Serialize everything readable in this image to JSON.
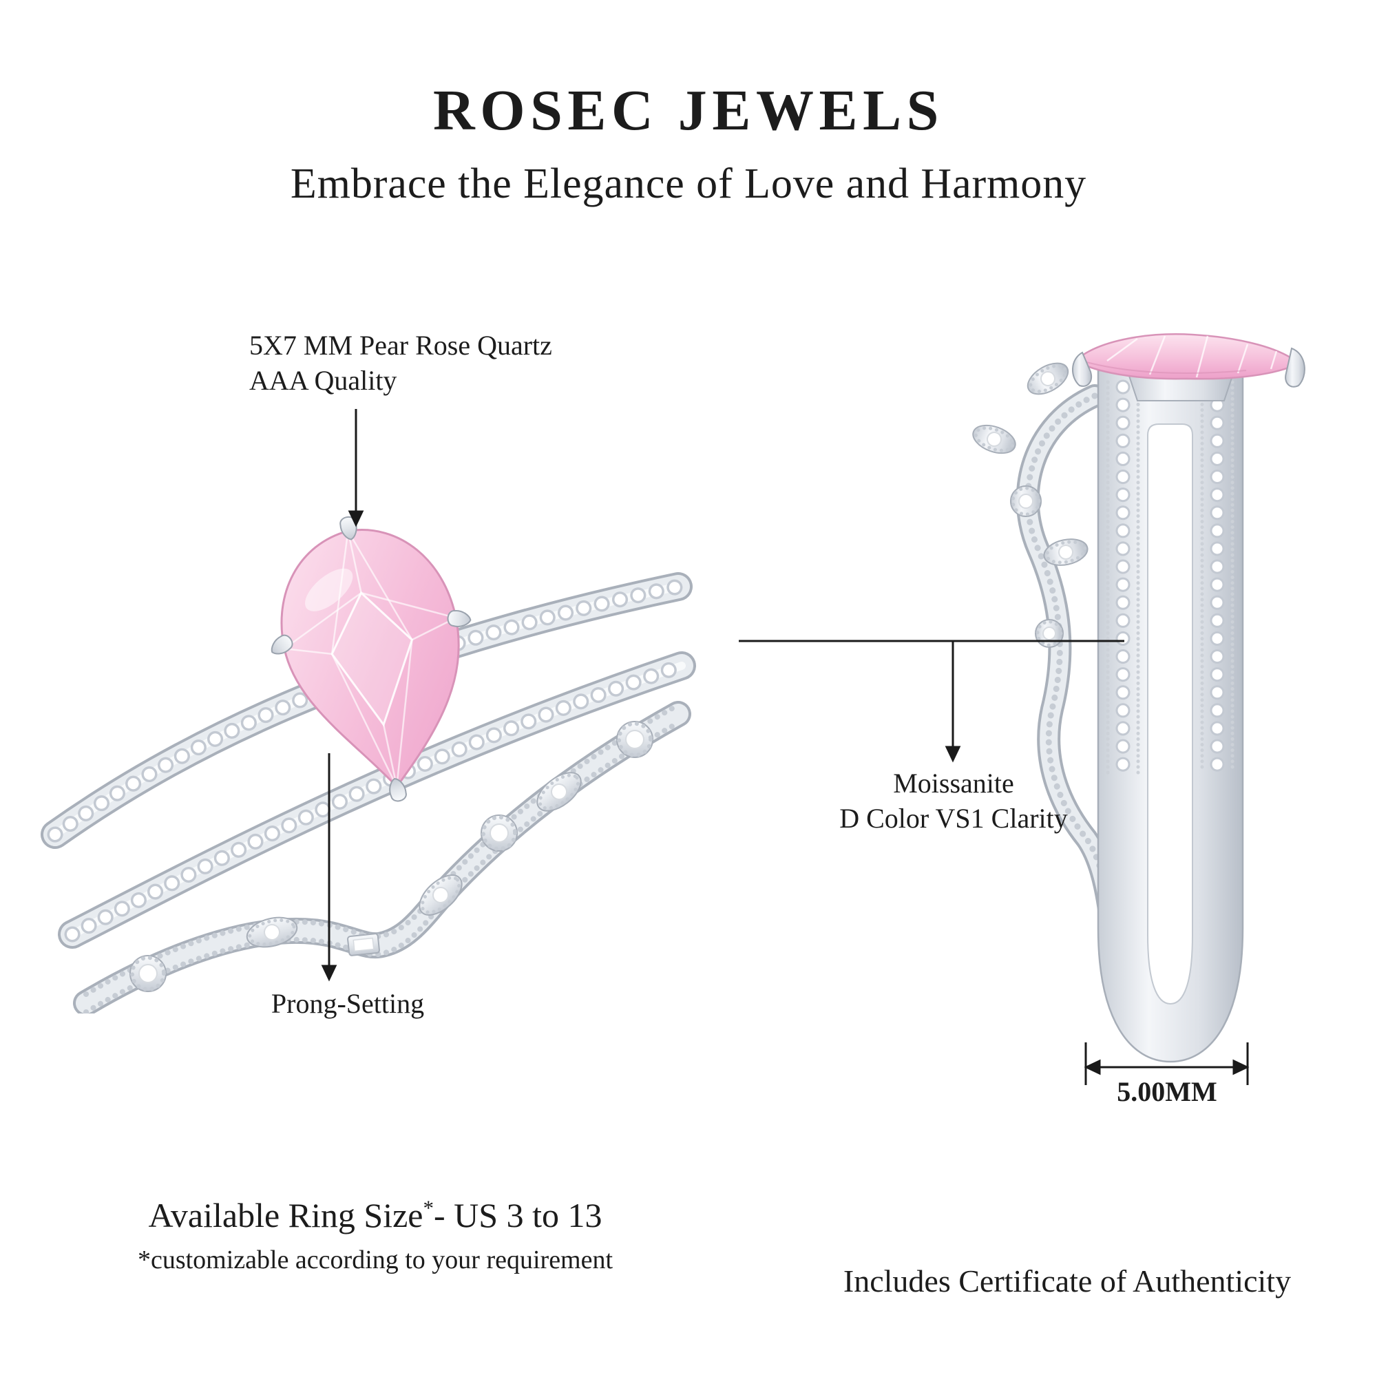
{
  "header": {
    "brand": "ROSEC JEWELS",
    "tagline": "Embrace the Elegance of Love and Harmony"
  },
  "left_figure": {
    "stone_annotation_line1": "5X7 MM Pear Rose Quartz",
    "stone_annotation_line2": "AAA Quality",
    "prong_annotation": "Prong-Setting"
  },
  "right_figure": {
    "moissanite_line1": "Moissanite",
    "moissanite_line2": "D Color VS1 Clarity",
    "width_label": "5.00MM"
  },
  "footer": {
    "ring_size_label": "Available Ring Size",
    "ring_size_asterisk": "*",
    "ring_size_value": "- US 3 to 13",
    "customization_note": "*customizable according to your requirement",
    "certificate_note": "Includes Certificate of Authenticity"
  },
  "colors": {
    "background": "#ffffff",
    "text": "#1c1c1c",
    "annotation_line": "#1a1a1a",
    "metal_light": "#f8fafc",
    "metal_mid": "#e2e6eb",
    "metal_dark": "#a9b0ba",
    "stone_light": "#fce3ef",
    "stone_mid": "#f5bcd9",
    "stone_dark": "#eda0c9",
    "diamond": "#ffffff"
  }
}
